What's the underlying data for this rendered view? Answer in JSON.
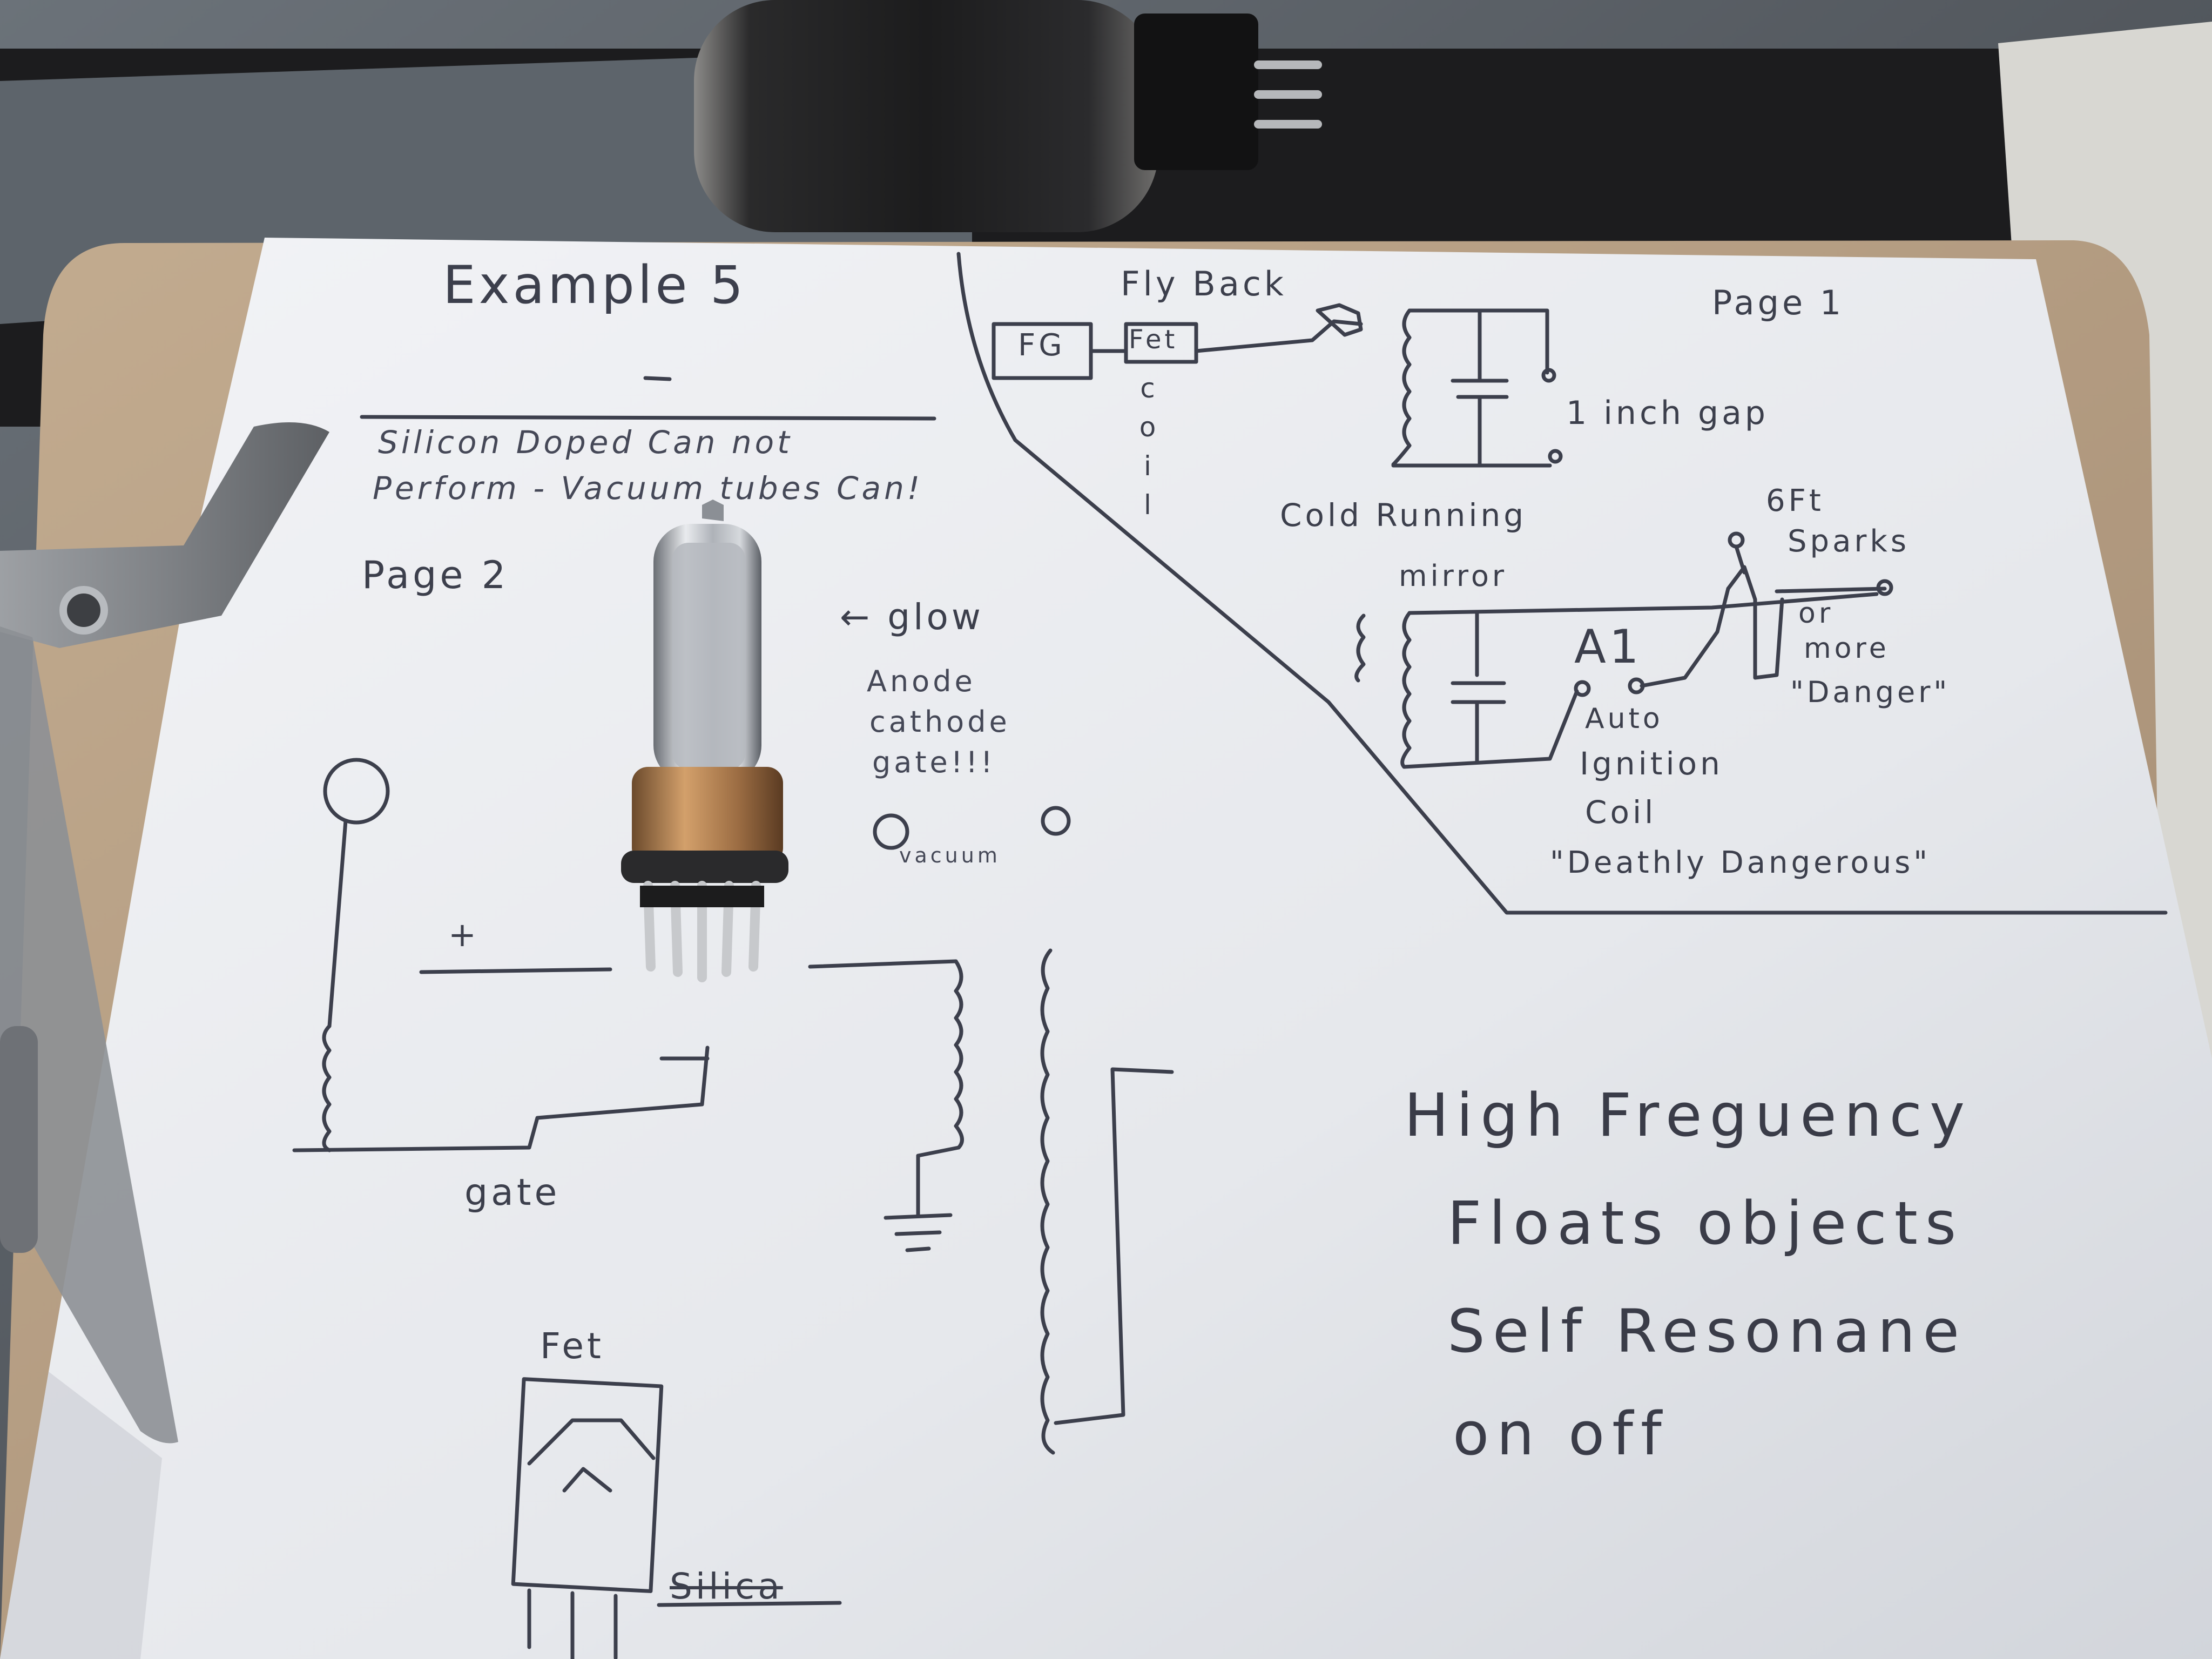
{
  "photo": {
    "subject": "Clipboard with handwritten circuit sketches and vacuum tubes",
    "colors": {
      "desk": "#3f4247",
      "board_left": "#5a6168",
      "clipboard": "#b8a289",
      "paper": "#e9ebef",
      "ink": "#3c3f4c",
      "tube_metal": "#c9cdd2",
      "tube_base": "#a5774d"
    }
  },
  "notes": {
    "title": "Example 5",
    "page_top": "Page 1",
    "page_left": "Page 2",
    "silicon_line1": "Silicon Doped Can not",
    "silicon_line2": "Perform - Vacuum tubes Can!",
    "flyback": "Fly Back",
    "fg_box": "FG",
    "fet_box": "Fet",
    "coil_vertical": "coil",
    "gap": "1 inch gap",
    "cold_running": "Cold Running",
    "mirror": "mirror",
    "sparks_6ft": "6Ft",
    "sparks": "Sparks",
    "or_more": "or",
    "more": "more",
    "danger": "\"Danger\"",
    "a1": "A1",
    "auto": "Auto",
    "ignition": "Ignition",
    "coil_word": "Coil",
    "deathly": "\"Deathly Dangerous\"",
    "glow": "← glow",
    "anode": "Anode",
    "cathode": "cathode",
    "gate_excl": "gate!!!",
    "vacuum": "vacuum",
    "plus": "+",
    "gate": "gate",
    "fet_bottom": "Fet",
    "silica_struck": "Silica",
    "hf_line1": "High Freguency",
    "hf_line2": "Floats objects",
    "hf_line3": "Self Resonane",
    "hf_line4": "on off"
  }
}
